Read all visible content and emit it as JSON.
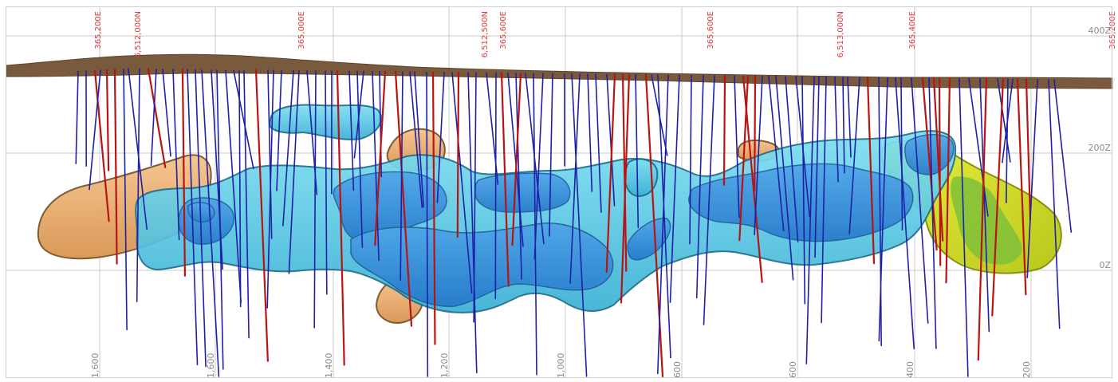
{
  "view": {
    "grid_labels_top": [
      "365,200E",
      "6,512,000N",
      "365,000E",
      "6,512,500N",
      "365,600E",
      "365,600E",
      "6,513,000N",
      "365,400E",
      "365,200E"
    ],
    "grid_labels_bottom": [
      "1,600",
      "1,600",
      "1,400",
      "1,200",
      "1,000",
      "600",
      "600",
      "400",
      "200"
    ],
    "elevation_labels": [
      "400Z",
      "200Z",
      "0Z"
    ],
    "colors": {
      "grid": "#c8c8c8",
      "topography": "#7a5a3c",
      "label_red": "#e23a3a",
      "label_gray": "#8a8a8a",
      "drillhole_blue": "#1f1fa8",
      "drillhole_red": "#b81414",
      "body_cyan": "#4fc6e0",
      "body_blue": "#2a7fd8",
      "body_orange": "#e8a766",
      "body_yellow": "#d2dd28",
      "body_green": "#7fbf3a"
    }
  }
}
